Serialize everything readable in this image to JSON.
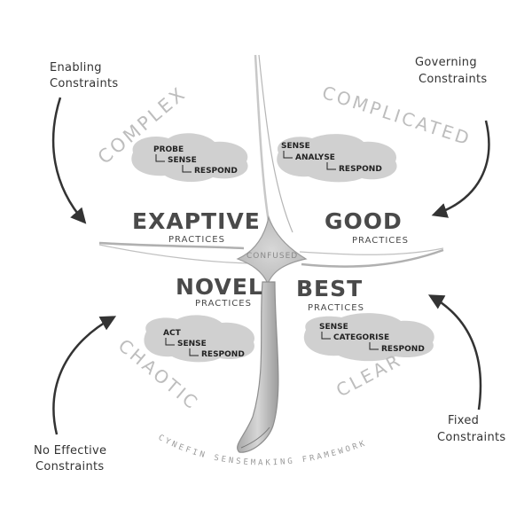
{
  "constraints": {
    "top_left": [
      "Enabling",
      "Constraints"
    ],
    "top_right": [
      "Governing",
      "Constraints"
    ],
    "bottom_left": [
      "No Effective",
      "Constraints"
    ],
    "bottom_right": [
      "Fixed",
      "Constraints"
    ]
  },
  "domains": {
    "complex": "COMPLEX",
    "complicated": "COMPLICATED",
    "chaotic": "CHAOTIC",
    "clear": "CLEAR",
    "center": "CONFUSED"
  },
  "practices": {
    "complex": {
      "title": "EXAPTIVE",
      "sub": "PRACTICES"
    },
    "complicated": {
      "title": "GOOD",
      "sub": "PRACTICES"
    },
    "chaotic": {
      "title": "NOVEL",
      "sub": "PRACTICES"
    },
    "clear": {
      "title": "BEST",
      "sub": "PRACTICES"
    }
  },
  "sequences": {
    "complex": [
      "PROBE",
      "SENSE",
      "RESPOND"
    ],
    "complicated": [
      "SENSE",
      "ANALYSE",
      "RESPOND"
    ],
    "chaotic": [
      "ACT",
      "SENSE",
      "RESPOND"
    ],
    "clear": [
      "SENSE",
      "CATEGORISE",
      "RESPOND"
    ]
  },
  "footer": "CYNEFIN SENSEMAKING FRAMEWORK",
  "colors": {
    "cloud": "#cfcfcf",
    "domain_text": "#bdbdbd",
    "boundary": "#d0d0d0",
    "ink": "#333333"
  }
}
